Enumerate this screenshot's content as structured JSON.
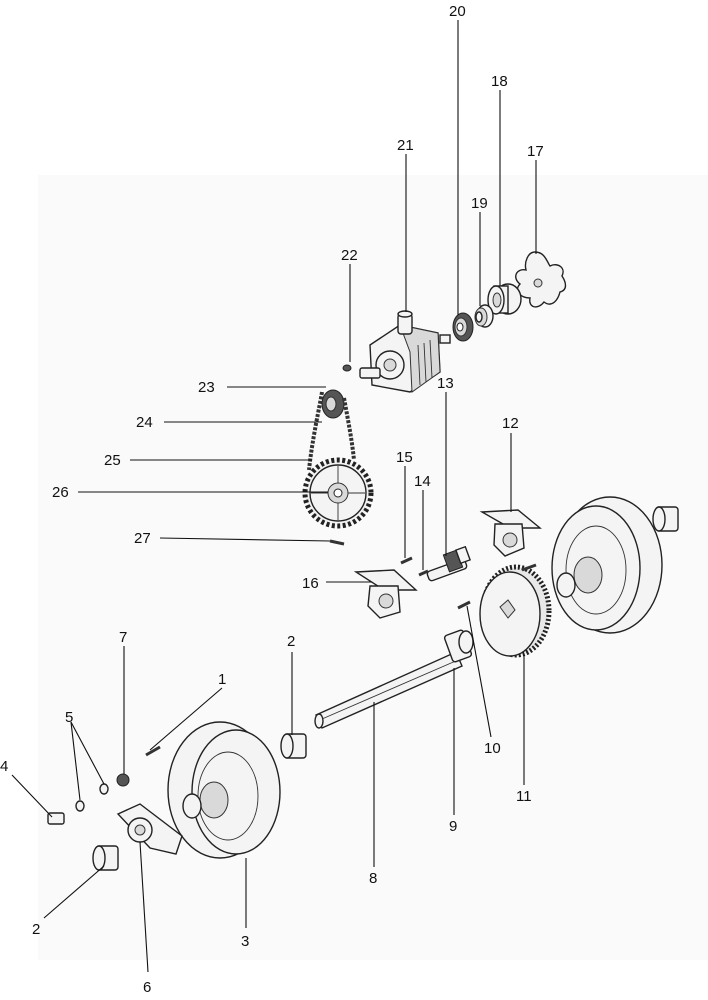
{
  "callouts": [
    {
      "id": "c1",
      "text": "1"
    },
    {
      "id": "c2a",
      "text": "2"
    },
    {
      "id": "c2b",
      "text": "2"
    },
    {
      "id": "c3",
      "text": "3"
    },
    {
      "id": "c4",
      "text": "4"
    },
    {
      "id": "c5",
      "text": "5"
    },
    {
      "id": "c6",
      "text": "6"
    },
    {
      "id": "c7",
      "text": "7"
    },
    {
      "id": "c8",
      "text": "8"
    },
    {
      "id": "c9",
      "text": "9"
    },
    {
      "id": "c10",
      "text": "10"
    },
    {
      "id": "c11",
      "text": "11"
    },
    {
      "id": "c12",
      "text": "12"
    },
    {
      "id": "c13",
      "text": "13"
    },
    {
      "id": "c14",
      "text": "14"
    },
    {
      "id": "c15",
      "text": "15"
    },
    {
      "id": "c16",
      "text": "16"
    },
    {
      "id": "c17",
      "text": "17"
    },
    {
      "id": "c18",
      "text": "18"
    },
    {
      "id": "c19",
      "text": "19"
    },
    {
      "id": "c20",
      "text": "20"
    },
    {
      "id": "c21",
      "text": "21"
    },
    {
      "id": "c22",
      "text": "22"
    },
    {
      "id": "c23",
      "text": "23"
    },
    {
      "id": "c24",
      "text": "24"
    },
    {
      "id": "c25",
      "text": "25"
    },
    {
      "id": "c26",
      "text": "26"
    },
    {
      "id": "c27",
      "text": "27"
    }
  ]
}
